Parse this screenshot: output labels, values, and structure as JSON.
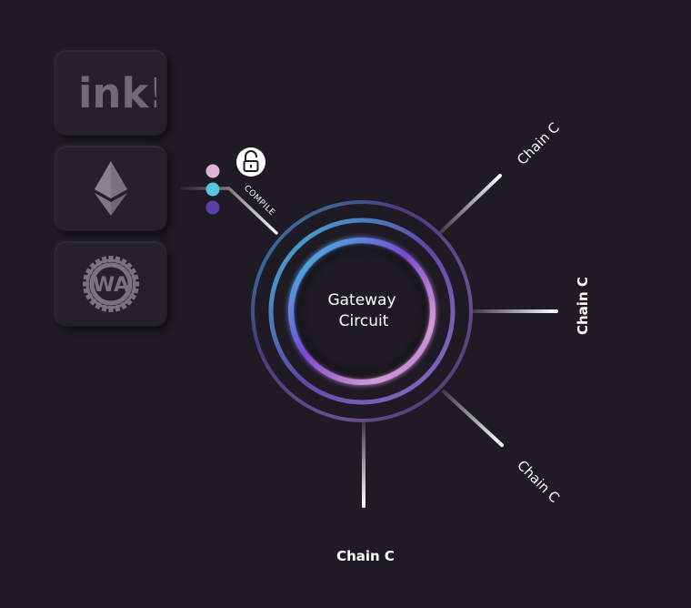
{
  "cards": [
    {
      "name": "ink-logo",
      "text": "ink!"
    },
    {
      "name": "ethereum-logo"
    },
    {
      "name": "webassembly-logo"
    }
  ],
  "dots": [
    {
      "name": "pink-dot",
      "color": "#e2b3d6"
    },
    {
      "name": "cyan-dot",
      "color": "#55c8e0"
    },
    {
      "name": "purple-dot",
      "color": "#5b3fa6"
    }
  ],
  "compile_label": "COMPILE",
  "lock_icon": "unlocked-padlock-icon",
  "center": {
    "line1": "Gateway",
    "line2": "Circuit"
  },
  "chains": {
    "top_right": "Chain C",
    "right": "Chain C",
    "bottom_right": "Chain C",
    "bottom": "Chain C"
  },
  "colors": {
    "background": "#1e1b24",
    "ring_cyan": "#3ec6e4",
    "ring_purple": "#7a4ad1",
    "ring_pink": "#d49ad6"
  }
}
